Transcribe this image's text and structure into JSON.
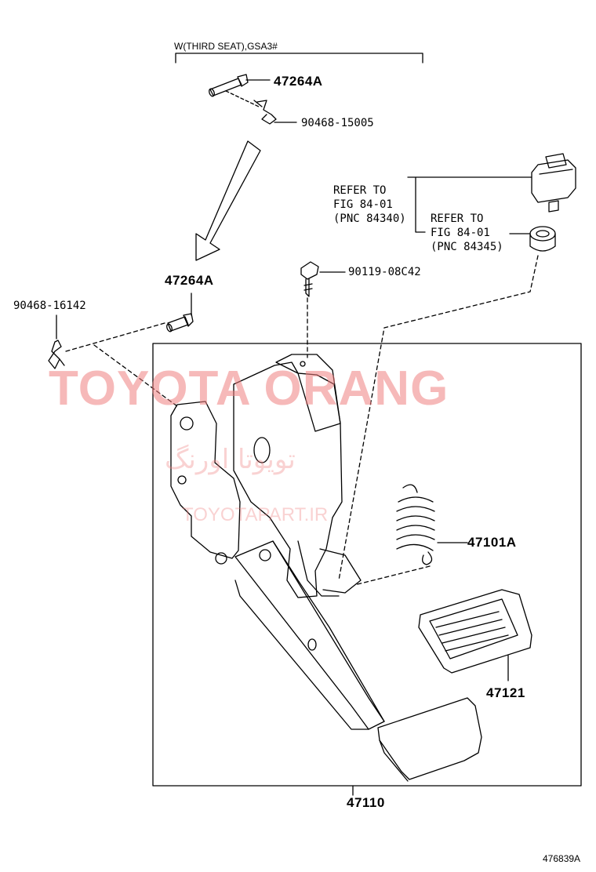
{
  "note": "W(THIRD SEAT),GSA3#",
  "figure_id": "476839A",
  "parts": {
    "pin_top": "47264A",
    "clip_top": "90468-15005",
    "pin_mid": "47264A",
    "clip_left": "90468-16142",
    "bolt": "90119-08C42",
    "spring": "47101A",
    "pad": "47121",
    "pedal_assy": "47110"
  },
  "refs": {
    "switch": [
      "REFER TO",
      "FIG 84-01",
      "(PNC 84340)"
    ],
    "cushion": [
      "REFER TO",
      "FIG 84-01",
      "(PNC 84345)"
    ]
  },
  "watermark": {
    "latin": "TOYOTA ORANG",
    "persian": "تویوتا اورنگ",
    "site": "TOYOTAPART.IR",
    "color": "#f08080"
  }
}
